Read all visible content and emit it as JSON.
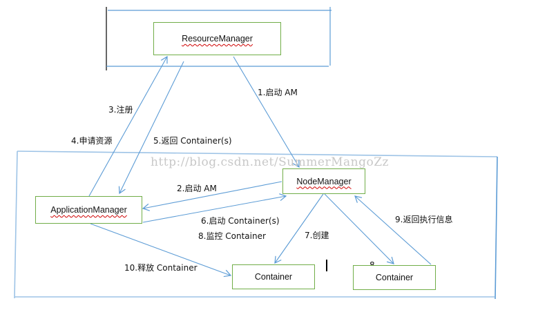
{
  "diagram": {
    "nodes": {
      "resource_manager": "ResourceManager",
      "node_manager": "NodeManager",
      "application_manager": "ApplicationManager",
      "container_1": "Container",
      "container_2": "Container"
    },
    "edges": [
      {
        "step": "1.启动 AM",
        "from": "ResourceManager",
        "to": "NodeManager"
      },
      {
        "step": "2.启动 AM",
        "from": "NodeManager",
        "to": "ApplicationManager"
      },
      {
        "step": "3.注册",
        "from": "ApplicationManager",
        "to": "ResourceManager"
      },
      {
        "step": "4.申请资源",
        "from": "ApplicationManager",
        "to": "ResourceManager"
      },
      {
        "step": "5.返回 Container(s)",
        "from": "ResourceManager",
        "to": "ApplicationManager"
      },
      {
        "step": "6.启动 Container(s)",
        "from": "ApplicationManager",
        "to": "NodeManager"
      },
      {
        "step": "7.创建",
        "from": "NodeManager",
        "to": "Container"
      },
      {
        "step": "8.监控 Container",
        "from": "NodeManager",
        "to": "Container"
      },
      {
        "step": "9.返回执行信息",
        "from": "Container",
        "to": "NodeManager"
      },
      {
        "step": "10.释放 Container",
        "from": "ApplicationManager",
        "to": "Container"
      }
    ],
    "labels": {
      "l1": "1.启动 AM",
      "l2": "2.启动 AM",
      "l3": "3.注册",
      "l4": "4.申请资源",
      "l5": "5.返回 Container(s)",
      "l6": "6.启动 Container(s)",
      "l7": "7.创建",
      "l8": "8.监控 Container",
      "l9": "9.返回执行信息",
      "l10": "10.释放 Container",
      "l8_fragment": "8."
    },
    "watermark": "http://blog.csdn.net/SummerMangoZz",
    "colors": {
      "box_border": "#70ad47",
      "arrow": "#5b9bd5",
      "frame": "#5b9bd5",
      "spellcheck": "#d00000"
    }
  }
}
